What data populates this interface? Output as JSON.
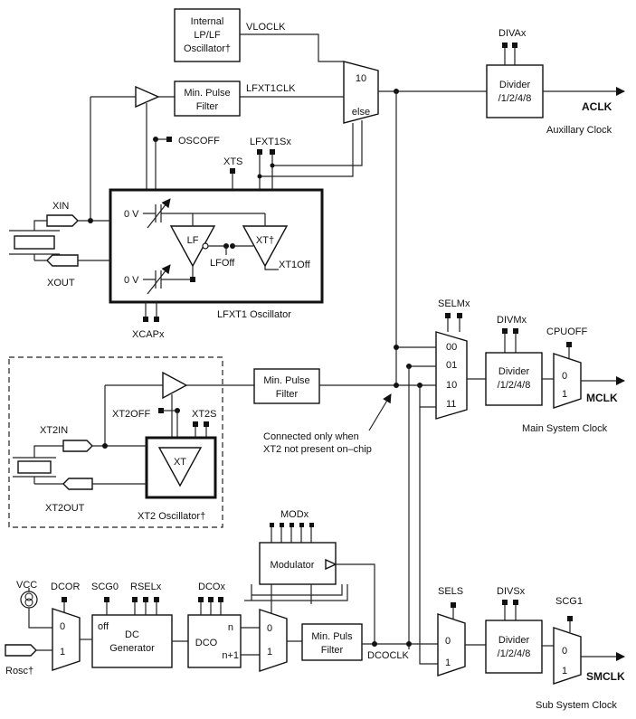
{
  "labels": {
    "internal_osc": [
      "Internal",
      "LP/LF",
      "Oscillator†"
    ],
    "vloclk": "VLOCLK",
    "lfxt1clk": "LFXT1CLK",
    "min_pulse_filter": [
      "Min. Pulse",
      "Filter"
    ],
    "mux_10": "10",
    "mux_else": "else",
    "divax": "DIVAx",
    "divider": [
      "Divider",
      "/1/2/4/8"
    ],
    "aclk": "ACLK",
    "aclk_desc": "Auxillary Clock",
    "oscoff": "OSCOFF",
    "lfxt1sx": "LFXT1Sx",
    "xts": "XTS",
    "xin": "XIN",
    "xout": "XOUT",
    "zero_v": "0 V",
    "lf": "LF",
    "xt_dagger": "XT†",
    "lfoff": "LFOff",
    "xt1off": "XT1Off",
    "lfxt1_osc": "LFXT1 Oscillator",
    "xcapx": "XCAPx",
    "selmx": "SELMx",
    "divmx": "DIVMx",
    "cpuoff": "CPUOFF",
    "sel_00": "00",
    "sel_01": "01",
    "sel_10": "10",
    "sel_11": "11",
    "mux_0": "0",
    "mux_1": "1",
    "mclk": "MCLK",
    "mclk_desc": "Main System Clock",
    "xt2off": "XT2OFF",
    "xt2s": "XT2S",
    "xt2in": "XT2IN",
    "xt2out": "XT2OUT",
    "xt": "XT",
    "xt2_osc": "XT2 Oscillator†",
    "note": [
      "Connected only when",
      "XT2 not present on–chip"
    ],
    "modx": "MODx",
    "modulator": "Modulator",
    "vcc": "VCC",
    "dcor": "DCOR",
    "scg0": "SCG0",
    "rselx": "RSELx",
    "dcox": "DCOx",
    "off": "off",
    "dc_generator": [
      "DC",
      "Generator"
    ],
    "dco": "DCO",
    "n": "n",
    "n_plus_1": "n+1",
    "min_puls_filter": [
      "Min. Puls",
      "Filter"
    ],
    "dcoclk": "DCOCLK",
    "sels": "SELS",
    "divsx": "DIVSx",
    "scg1": "SCG1",
    "smclk": "SMCLK",
    "smclk_desc": "Sub System Clock",
    "rosc": "Rosc†"
  }
}
